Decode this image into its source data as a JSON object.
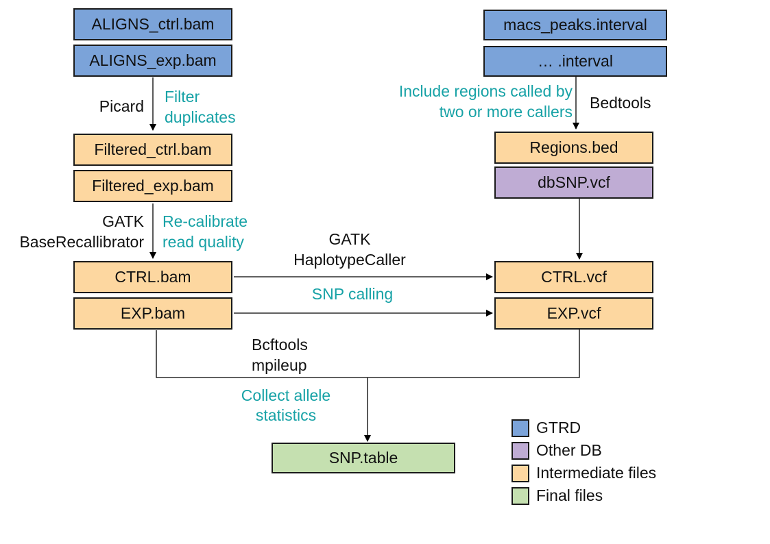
{
  "colors": {
    "gtrd": "#7ba3d9",
    "other_db": "#bfacd4",
    "intermediate": "#fdd7a0",
    "final": "#c5e0b0",
    "annotation": "#17a2a6"
  },
  "nodes": {
    "aligns_ctrl": "ALIGNS_ctrl.bam",
    "aligns_exp": "ALIGNS_exp.bam",
    "filtered_ctrl": "Filtered_ctrl.bam",
    "filtered_exp": "Filtered_exp.bam",
    "ctrl_bam": "CTRL.bam",
    "exp_bam": "EXP.bam",
    "macs_peaks": "macs_peaks.interval",
    "other_interval": "… .interval",
    "regions_bed": "Regions.bed",
    "dbsnp_vcf": "dbSNP.vcf",
    "ctrl_vcf": "CTRL.vcf",
    "exp_vcf": "EXP.vcf",
    "snp_table": "SNP.table"
  },
  "labels": {
    "picard": "Picard",
    "filter_duplicates": [
      "Filter",
      "duplicates"
    ],
    "gatk_base": [
      "GATK",
      "BaseRecallibrator"
    ],
    "recalibrate": [
      "Re-calibrate",
      "read quality"
    ],
    "include_regions": [
      "Include regions called by",
      "two or more callers"
    ],
    "bedtools": "Bedtools",
    "gatk_haplotype": [
      "GATK",
      "HaplotypeCaller"
    ],
    "snp_calling": "SNP calling",
    "bcftools": [
      "Bcftools",
      "mpileup"
    ],
    "collect_allele": [
      "Collect allele",
      "statistics"
    ]
  },
  "legend": [
    {
      "label": "GTRD",
      "color": "#7ba3d9"
    },
    {
      "label": "Other DB",
      "color": "#bfacd4"
    },
    {
      "label": "Intermediate files",
      "color": "#fdd7a0"
    },
    {
      "label": "Final files",
      "color": "#c5e0b0"
    }
  ]
}
